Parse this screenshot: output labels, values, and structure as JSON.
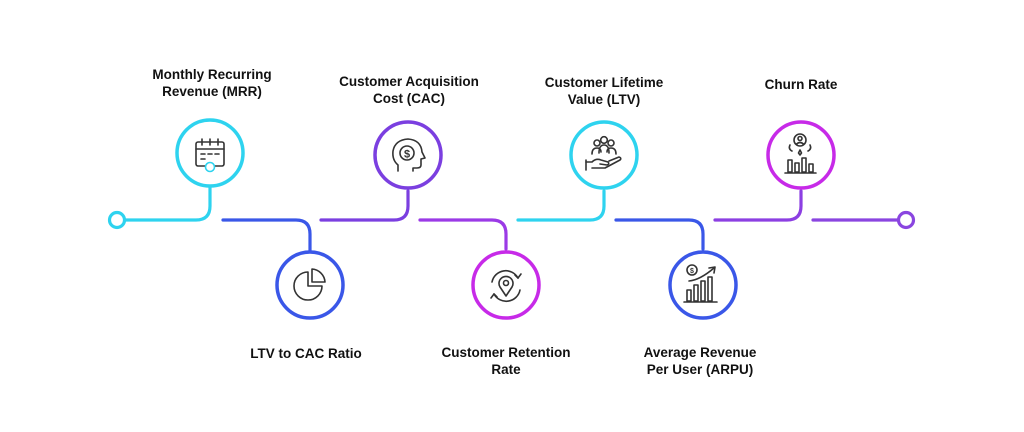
{
  "colors": {
    "cyan": "#2ed3ef",
    "blue": "#3a57e8",
    "purple": "#7b3fe0",
    "magenta": "#c72ae8",
    "text": "#111111",
    "icon_stroke": "#333333"
  },
  "milestones": [
    {
      "id": "mrr",
      "lines": [
        "Monthly Recurring",
        "Revenue (MRR)"
      ],
      "icon": "calendar-icon",
      "position": "top",
      "ring_color": "cyan"
    },
    {
      "id": "ltv-cac",
      "lines": [
        "LTV to CAC Ratio"
      ],
      "icon": "pie-chart-icon",
      "position": "bottom",
      "ring_color": "blue"
    },
    {
      "id": "cac",
      "lines": [
        "Customer Acquisition",
        "Cost (CAC)"
      ],
      "icon": "head-dollar-icon",
      "position": "top",
      "ring_color": "purple"
    },
    {
      "id": "retention",
      "lines": [
        "Customer Retention",
        "Rate"
      ],
      "icon": "retention-pin-icon",
      "position": "bottom",
      "ring_color": "magenta"
    },
    {
      "id": "ltv",
      "lines": [
        "Customer Lifetime",
        "Value (LTV)"
      ],
      "icon": "hand-people-icon",
      "position": "top",
      "ring_color": "cyan"
    },
    {
      "id": "arpu",
      "lines": [
        "Average Revenue",
        "Per User (ARPU)"
      ],
      "icon": "bar-growth-icon",
      "position": "bottom",
      "ring_color": "blue"
    },
    {
      "id": "churn",
      "lines": [
        "Churn Rate"
      ],
      "icon": "churn-bars-icon",
      "position": "top",
      "ring_color": "magenta"
    }
  ]
}
